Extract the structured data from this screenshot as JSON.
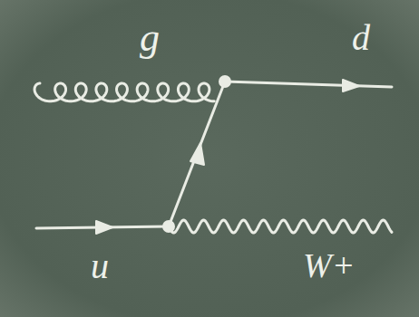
{
  "diagram": {
    "labels": [
      "g",
      "d",
      "u",
      "W+"
    ]
  }
}
